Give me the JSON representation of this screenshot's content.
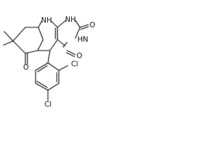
{
  "structure": {
    "atoms": {
      "nh_top": "NH",
      "hn_right": "HN",
      "nh_ring": "NH",
      "o_top_right": "O",
      "o_right": "O",
      "o_ketone": "O",
      "cl_ortho": "Cl",
      "cl_para": "Cl"
    },
    "colors": {
      "bond": "#000000",
      "label": "#000000",
      "background": "#ffffff"
    }
  }
}
